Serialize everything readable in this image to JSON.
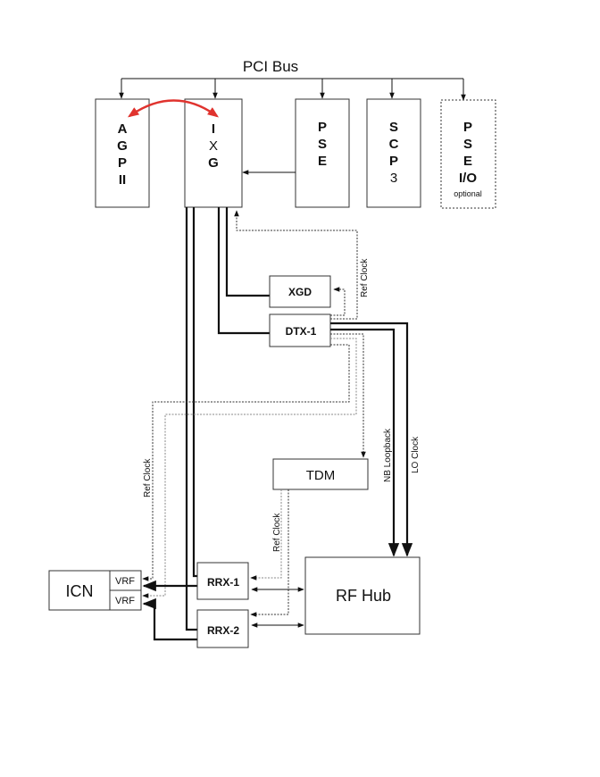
{
  "title": "PCI Bus",
  "boxes": {
    "agp": {
      "lines": [
        "A",
        "G",
        "P",
        "II"
      ]
    },
    "ixg": {
      "lines": [
        "I",
        "X",
        "G"
      ]
    },
    "pse": {
      "lines": [
        "P",
        "S",
        "E"
      ]
    },
    "scp": {
      "lines": [
        "S",
        "C",
        "P",
        "3"
      ]
    },
    "pse_io": {
      "lines": [
        "P",
        "S",
        "E",
        "I/O"
      ],
      "note": "optional"
    },
    "xgd": "XGD",
    "dtx": "DTX-1",
    "tdm": "TDM",
    "icn": "ICN",
    "vrf1": "VRF",
    "vrf2": "VRF",
    "rrx1": "RRX-1",
    "rrx2": "RRX-2",
    "rfhub": "RF Hub"
  },
  "connection_labels": {
    "ref_clock_ixg": "Ref Clock",
    "ref_clock_icn": "Ref Clock",
    "ref_clock_tdm": "Ref Clock",
    "nb_loopback": "NB Loopback",
    "lo_clock": "LO Clock"
  },
  "colors": {
    "link_red": "#e0332e",
    "line": "#111111"
  }
}
